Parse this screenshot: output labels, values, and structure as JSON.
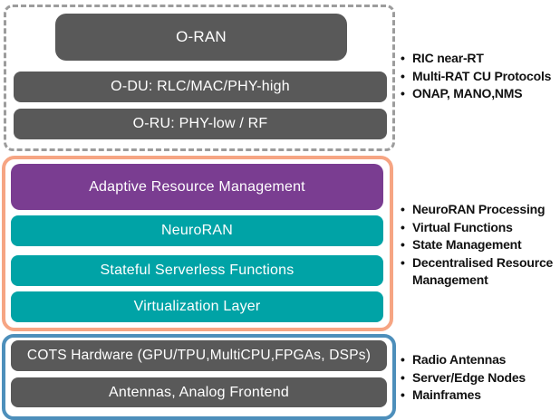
{
  "diagram": {
    "groups": [
      {
        "id": "oran-protocol-stack",
        "layers": [
          {
            "label": "O-RAN"
          },
          {
            "label": "O-DU: RLC/MAC/PHY-high"
          },
          {
            "label": "O-RU: PHY-low / RF"
          }
        ],
        "bullets": [
          "RIC near-RT",
          "Multi-RAT CU Protocols",
          "ONAP, MANO,NMS"
        ]
      },
      {
        "id": "neuroran-stack",
        "layers": [
          {
            "label": "Adaptive Resource Management"
          },
          {
            "label": "NeuroRAN"
          },
          {
            "label": "Stateful Serverless Functions"
          },
          {
            "label": "Virtualization Layer"
          }
        ],
        "bullets": [
          "NeuroRAN Processing",
          "Virtual Functions",
          "State Management",
          "Decentralised Resource Management"
        ]
      },
      {
        "id": "hardware-stack",
        "layers": [
          {
            "label": "COTS Hardware (GPU/TPU,MultiCPU,FPGAs, DSPs)"
          },
          {
            "label": "Antennas, Analog Frontend"
          }
        ],
        "bullets": [
          "Radio Antennas",
          "Server/Edge Nodes",
          "Mainframes"
        ]
      }
    ],
    "colors": {
      "box-gray": "#595959",
      "box-purple": "#7a3d91",
      "box-teal": "#00a3a6",
      "box-text": "#ffffff",
      "border-dashed-gray": "#9c9c9c",
      "border-orange": "#f6a583",
      "border-blue": "#4d8fbb",
      "bullet-text": "#111111"
    }
  }
}
